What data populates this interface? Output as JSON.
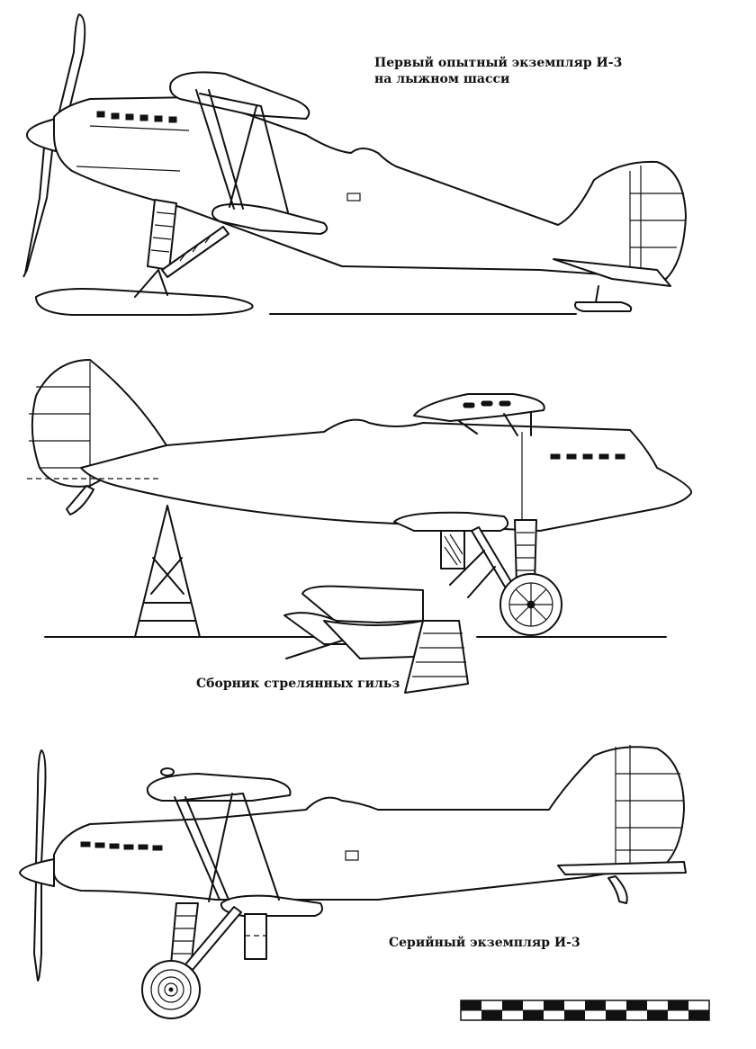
{
  "captions": {
    "top_line1": "Первый опытный экземпляр И-3",
    "top_line2": "на лыжном шасси",
    "middle": "Сборник стрелянных гильз",
    "bottom": "Серийный экземпляр И-3"
  },
  "colors": {
    "ink": "#111111",
    "paper": "#ffffff"
  }
}
